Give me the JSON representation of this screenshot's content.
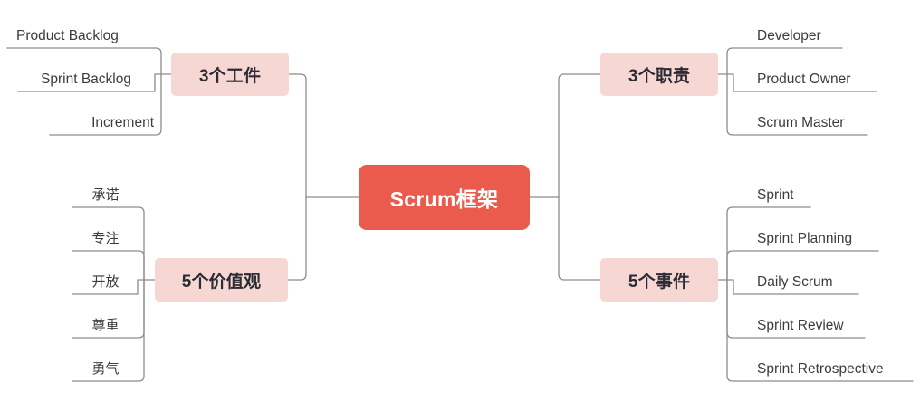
{
  "diagram": {
    "title": "Scrum框架",
    "type": "mind-map",
    "colors": {
      "root_fill": "#ea5b4d",
      "root_text": "#ffffff",
      "branch_fill": "#f7d7d3",
      "branch_text": "#2b2b33",
      "leaf_text": "#3b3b42",
      "connector": "#8c8c8c",
      "background": "#ffffff"
    },
    "root": {
      "label": "Scrum框架"
    },
    "branches": [
      {
        "id": "artifacts",
        "label": "3个工件",
        "side": "left",
        "leaves": [
          {
            "label": "Product Backlog"
          },
          {
            "label": "Sprint Backlog"
          },
          {
            "label": "Increment"
          }
        ]
      },
      {
        "id": "values",
        "label": "5个价值观",
        "side": "left",
        "leaves": [
          {
            "label": "承诺"
          },
          {
            "label": "专注"
          },
          {
            "label": "开放"
          },
          {
            "label": "尊重"
          },
          {
            "label": "勇气"
          }
        ]
      },
      {
        "id": "roles",
        "label": "3个职责",
        "side": "right",
        "leaves": [
          {
            "label": "Developer"
          },
          {
            "label": "Product Owner"
          },
          {
            "label": "Scrum Master"
          }
        ]
      },
      {
        "id": "events",
        "label": "5个事件",
        "side": "right",
        "leaves": [
          {
            "label": "Sprint"
          },
          {
            "label": "Sprint Planning"
          },
          {
            "label": "Daily Scrum"
          },
          {
            "label": "Sprint Review"
          },
          {
            "label": "Sprint Retrospective"
          }
        ]
      }
    ]
  }
}
